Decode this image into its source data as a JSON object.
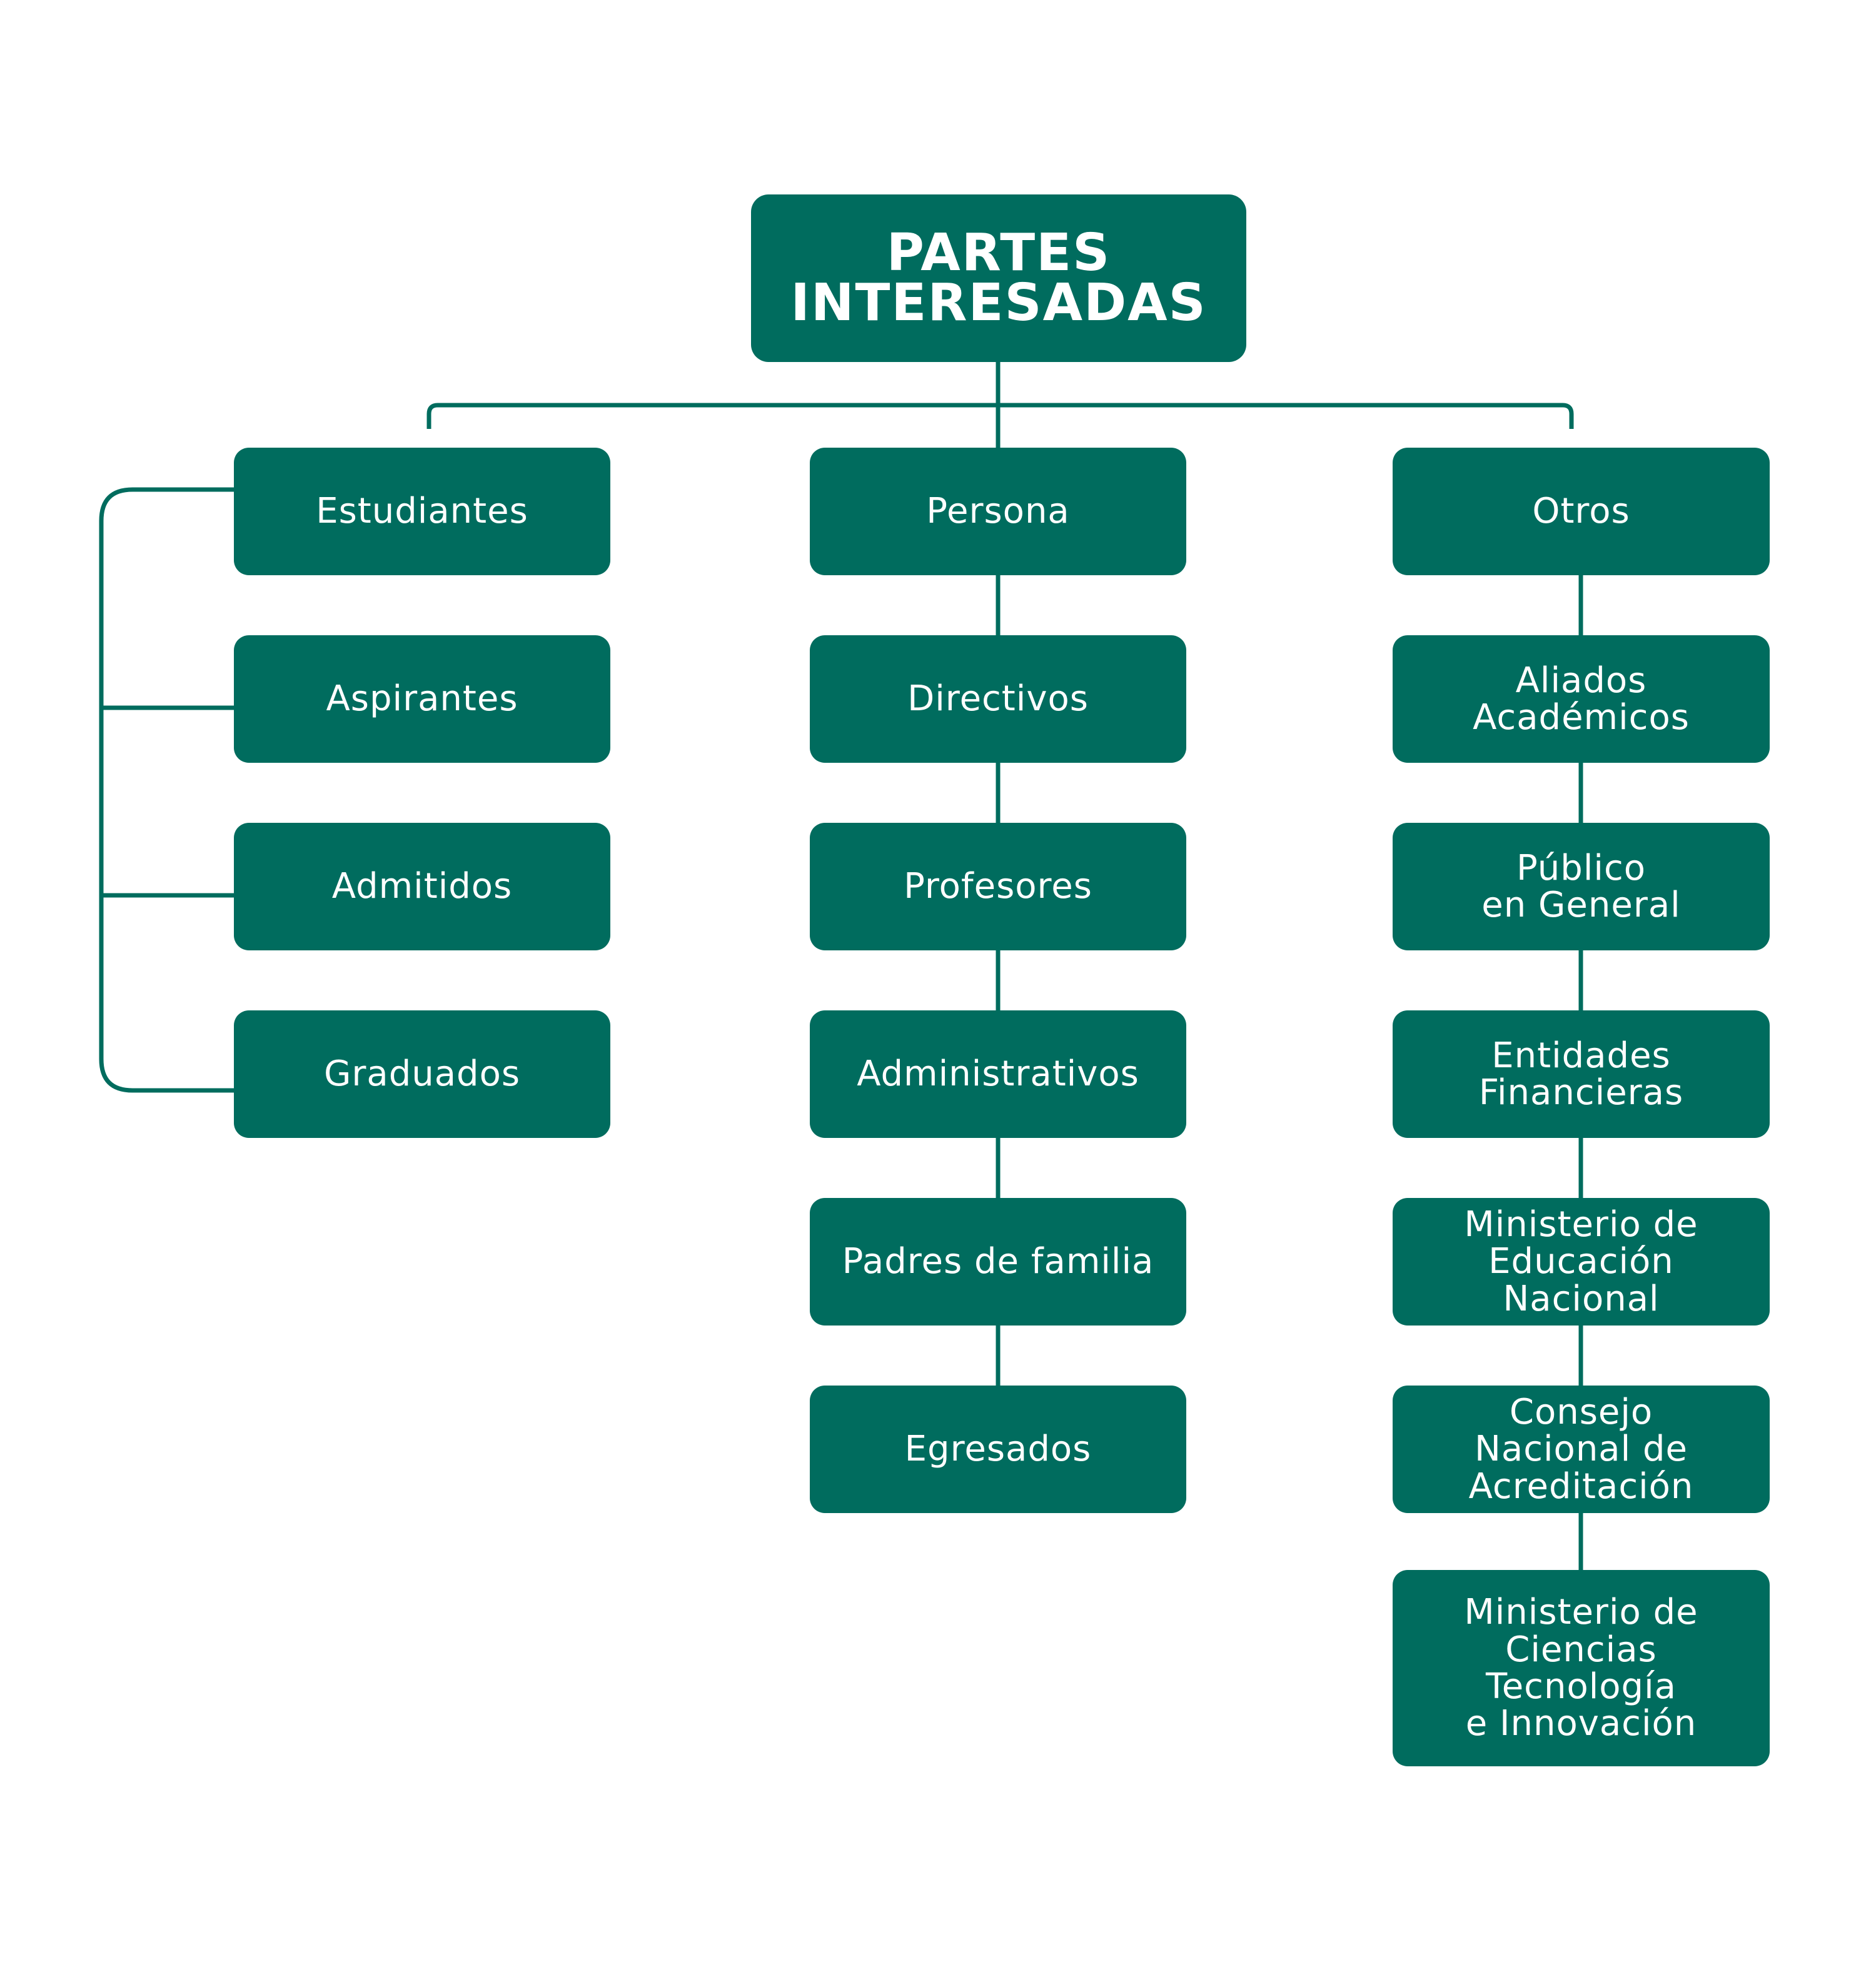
{
  "root": {
    "label": "PARTES\nINTERESADAS"
  },
  "columns": [
    {
      "header": "Estudiantes",
      "items": [
        "Aspirantes",
        "Admitidos",
        "Graduados"
      ]
    },
    {
      "header": "Persona",
      "items": [
        "Directivos",
        "Profesores",
        "Administrativos",
        "Padres de familia",
        "Egresados"
      ]
    },
    {
      "header": "Otros",
      "items": [
        "Aliados\nAcadémicos",
        "Público\nen General",
        "Entidades\nFinancieras",
        "Ministerio de\nEducación\nNacional",
        "Consejo\nNacional de\nAcreditación",
        "Ministerio de\nCiencias\nTecnología\ne Innovación"
      ]
    }
  ],
  "colors": {
    "node": "#006c5e",
    "text": "#ffffff",
    "line": "#006c5e",
    "background": "#ffffff"
  }
}
